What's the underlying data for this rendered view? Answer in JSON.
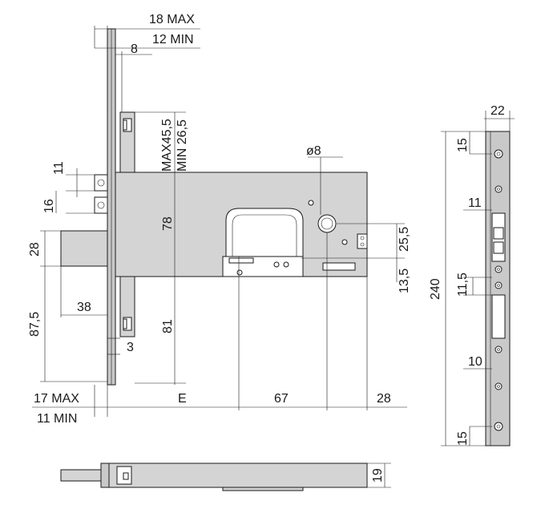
{
  "dimensions": {
    "d18max": "18 MAX",
    "d12min": "12 MIN",
    "d8top": "8",
    "max455": "MAX45,5",
    "min265": "MIN 26,5",
    "d11": "11",
    "d16": "16",
    "d78": "78",
    "d28left": "28",
    "d875": "87,5",
    "d38": "38",
    "d81": "81",
    "d3": "3",
    "d17max": "17 MAX",
    "d11min": "11 MIN",
    "dE": "E",
    "d67": "67",
    "d28bottom": "28",
    "dia8": "ø8",
    "d255": "25,5",
    "d135": "13,5",
    "d22": "22",
    "d15top": "15",
    "d11side": "11",
    "d240": "240",
    "d115": "11,5",
    "d10": "10",
    "d15bot": "15",
    "d19": "19"
  },
  "colors": {
    "body": "#d4d4d4",
    "plate": "#c9c9c9",
    "line": "#1a1a1a"
  }
}
